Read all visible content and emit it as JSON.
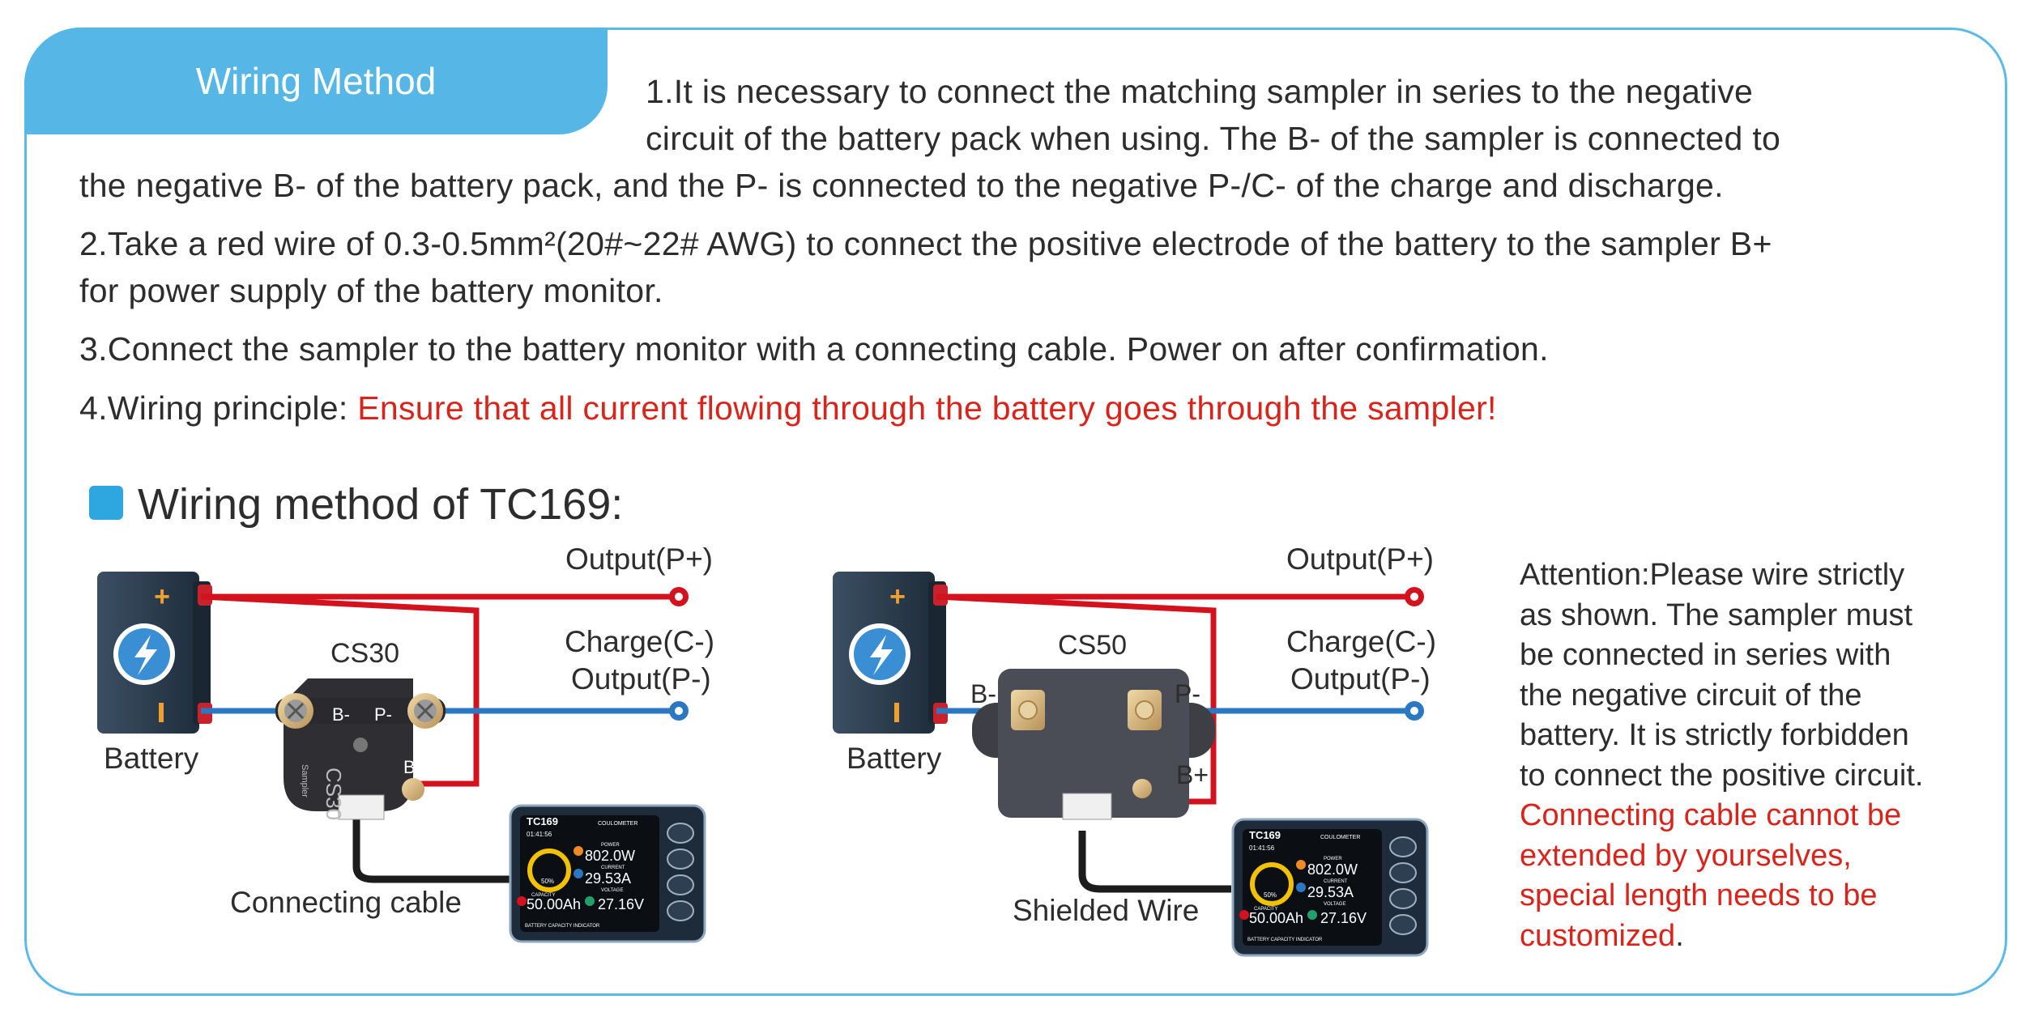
{
  "header": {
    "tab_title": "Wiring Method"
  },
  "instructions": {
    "p1_line1": "1.It is necessary to connect the matching sampler in series to the negative",
    "p1_line2": "circuit of the battery pack when using. The B- of the sampler is connected to",
    "p1_line3": "the negative B- of the battery pack, and the P-  is connected to the negative P-/C- of the charge and discharge.",
    "p2_line1": "2.Take a red wire of 0.3-0.5mm²(20#~22# AWG) to connect the positive electrode of the battery to the sampler B+",
    "p2_line2": "for power supply of the battery monitor.",
    "p3": "3.Connect the sampler to the battery monitor with a connecting cable. Power on after confirmation.",
    "p4_prefix": "4.Wiring principle: ",
    "p4_highlight": "Ensure that all current flowing through the battery goes through the sampler!"
  },
  "section": {
    "title": "Wiring method of TC169:"
  },
  "diagram_left": {
    "sampler_name": "CS30",
    "sampler_body_text": "CS30",
    "sampler_body_sub": "Sampler",
    "battery_label": "Battery",
    "output_plus": "Output(P+)",
    "charge_minus": "Charge(C-)",
    "output_minus": "Output(P-)",
    "terminal_b_minus": "B-",
    "terminal_p_minus": "P-",
    "terminal_b_plus": "B+",
    "cable_label": "Connecting cable"
  },
  "diagram_right": {
    "sampler_name": "CS50",
    "battery_label": "Battery",
    "output_plus": "Output(P+)",
    "charge_minus": "Charge(C-)",
    "output_minus": "Output(P-)",
    "terminal_b_minus": "B-",
    "terminal_p_minus": "P-",
    "terminal_b_plus": "B+",
    "cable_label": "Shielded Wire"
  },
  "monitor": {
    "model": "TC169",
    "type": "COULOMETER",
    "time": "01:41:56",
    "percent": "50%",
    "power_label": "POWER",
    "power_value": "802.0W",
    "current_label": "CURRENT",
    "current_value": "29.53A",
    "voltage_label": "VOLTAGE",
    "voltage_value": "27.16V",
    "capacity_label": "CAPACITY",
    "capacity_value": "50.00Ah",
    "footer": "BATTERY  CAPACITY  INDICATOR"
  },
  "attention": {
    "line1": "Attention:Please wire strictly",
    "line2": "as shown. The sampler must",
    "line3": "be connected in series with",
    "line4": "the negative circuit of the",
    "line5": "battery. It is strictly forbidden",
    "line6": "to connect the positive circuit.",
    "red1": "Connecting cable cannot be",
    "red2": "extended by yourselves,",
    "red3": "special length needs to be",
    "red4": "customized",
    "end": "."
  },
  "colors": {
    "accent": "#56b7e7",
    "border": "#5bbbe6",
    "warning_red": "#d9241b",
    "wire_red": "#d3121d",
    "wire_blue": "#2b78c2",
    "battery_dark": "#2c3e50"
  }
}
